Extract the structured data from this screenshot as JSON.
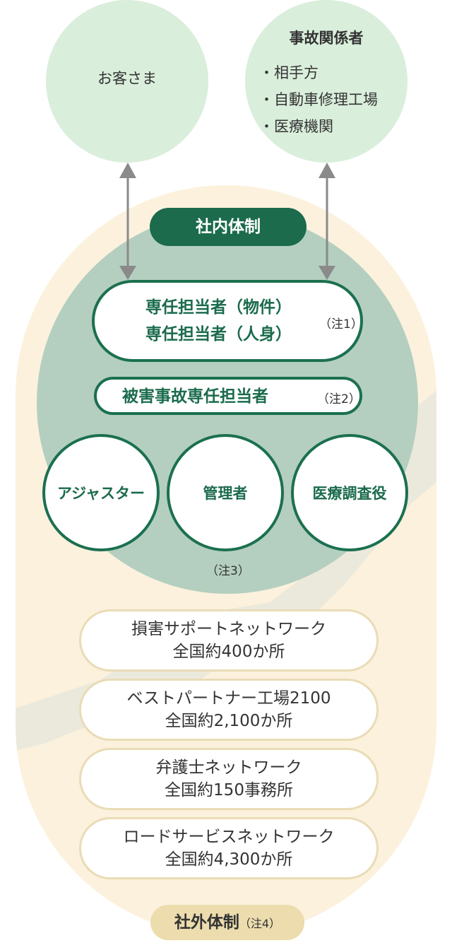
{
  "customer": {
    "label": "お客さま"
  },
  "involved": {
    "title": "事故関係者",
    "items": [
      "相手方",
      "自動車修理工場",
      "医療機関"
    ]
  },
  "internal": {
    "badge": "社内体制",
    "staff_pill": {
      "line1": "専任担当者（物件）",
      "line2": "専任担当者（人身）",
      "note": "（注1）"
    },
    "victim_pill": {
      "label": "被害事故専任担当者",
      "note": "（注2）"
    },
    "roles": [
      "アジャスター",
      "管理者",
      "医療調査役"
    ],
    "roles_note": "（注3）"
  },
  "external": {
    "networks": [
      {
        "line1": "損害サポートネットワーク",
        "line2": "全国約400か所"
      },
      {
        "line1": "ベストパートナー工場2100",
        "line2": "全国約2,100か所"
      },
      {
        "line1": "弁護士ネットワーク",
        "line2": "全国約150事務所"
      },
      {
        "line1": "ロードサービスネットワーク",
        "line2": "全国約4,300か所"
      }
    ],
    "badge": "社外体制",
    "badge_note": "（注4）"
  },
  "colors": {
    "top_circle": "#d9eedb",
    "outer_area": "#fbf1dd",
    "inner_circle": "#b4cfbf",
    "dark_green": "#1b6b4c",
    "network_border": "#e9dcb6",
    "outer_badge": "#ecdcae",
    "arrow": "#8a8a8a"
  }
}
